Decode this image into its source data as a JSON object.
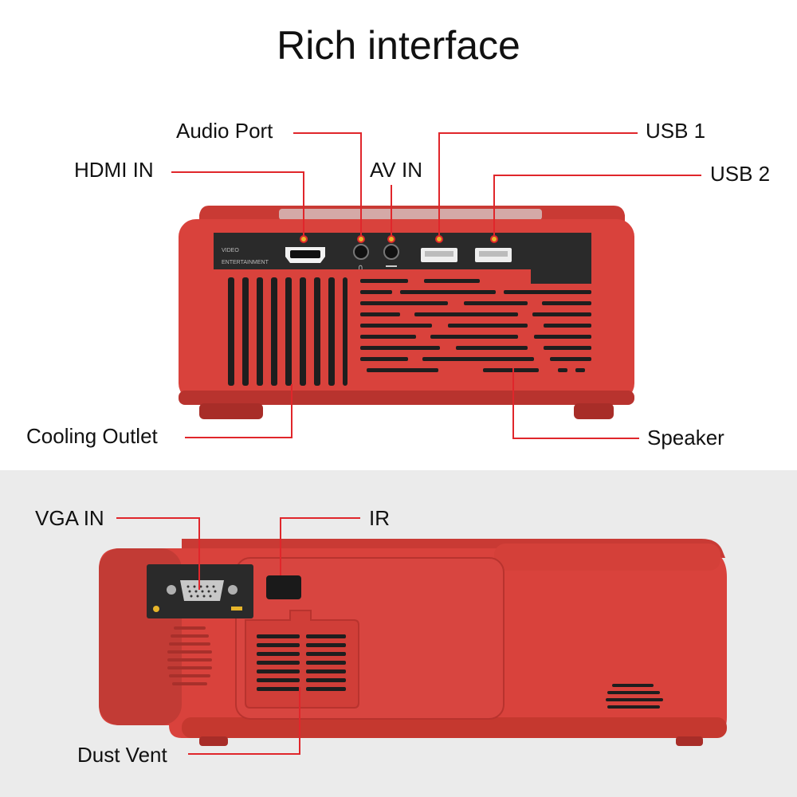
{
  "title": "Rich interface",
  "front_view": {
    "callouts": {
      "audio_port": "Audio Port",
      "hdmi_in": "HDMI IN",
      "av_in": "AV IN",
      "usb1": "USB 1",
      "usb2": "USB 2",
      "cooling_outlet": "Cooling Outlet",
      "speaker": "Speaker"
    },
    "panel_label_line1": "VIDEO",
    "panel_label_line2": "ENTERTAINMENT"
  },
  "side_view": {
    "callouts": {
      "vga_in": "VGA IN",
      "ir": "IR",
      "dust_vent": "Dust Vent"
    }
  },
  "colors": {
    "projector_red": "#d9423c",
    "callout_line": "#e0262b",
    "port_panel": "#2a2a2a",
    "bottom_background": "#ebebeb"
  }
}
